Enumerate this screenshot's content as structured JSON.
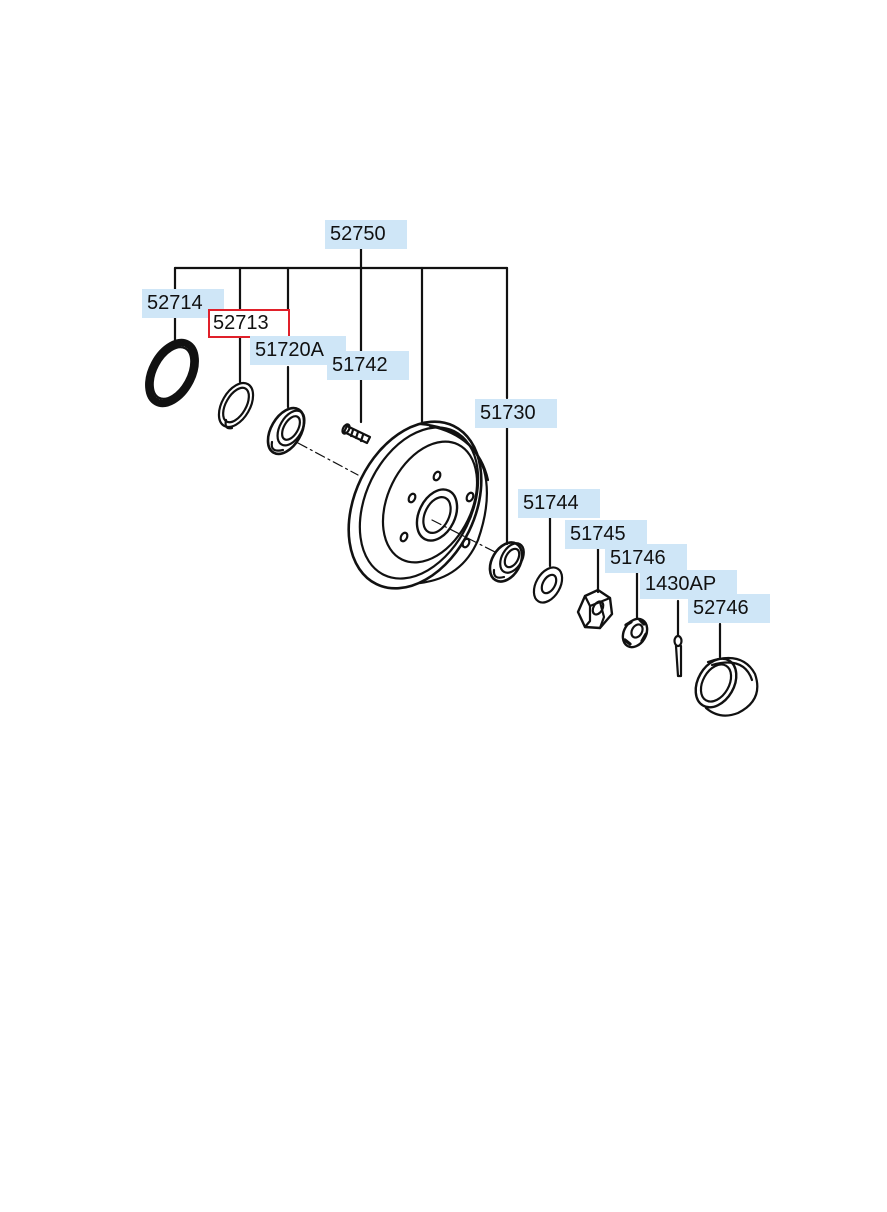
{
  "diagram": {
    "colors": {
      "label_background": "#cfe6f7",
      "selected_outline": "#e0202a",
      "line": "#111111"
    },
    "selected_part": "52713",
    "parts": [
      {
        "id": "52750",
        "label": "52750",
        "name": "hub-assembly"
      },
      {
        "id": "52714",
        "label": "52714",
        "name": "abs-tone-ring"
      },
      {
        "id": "52713",
        "label": "52713",
        "name": "seal-ring"
      },
      {
        "id": "51720A",
        "label": "51720A",
        "name": "inner-bearing"
      },
      {
        "id": "51742",
        "label": "51742",
        "name": "wheel-stud"
      },
      {
        "id": "51730",
        "label": "51730",
        "name": "outer-bearing"
      },
      {
        "id": "51744",
        "label": "51744",
        "name": "washer"
      },
      {
        "id": "51745",
        "label": "51745",
        "name": "hub-nut"
      },
      {
        "id": "51746",
        "label": "51746",
        "name": "nut-cap"
      },
      {
        "id": "1430AP",
        "label": "1430AP",
        "name": "cotter-pin"
      },
      {
        "id": "52746",
        "label": "52746",
        "name": "hub-cap"
      }
    ]
  }
}
